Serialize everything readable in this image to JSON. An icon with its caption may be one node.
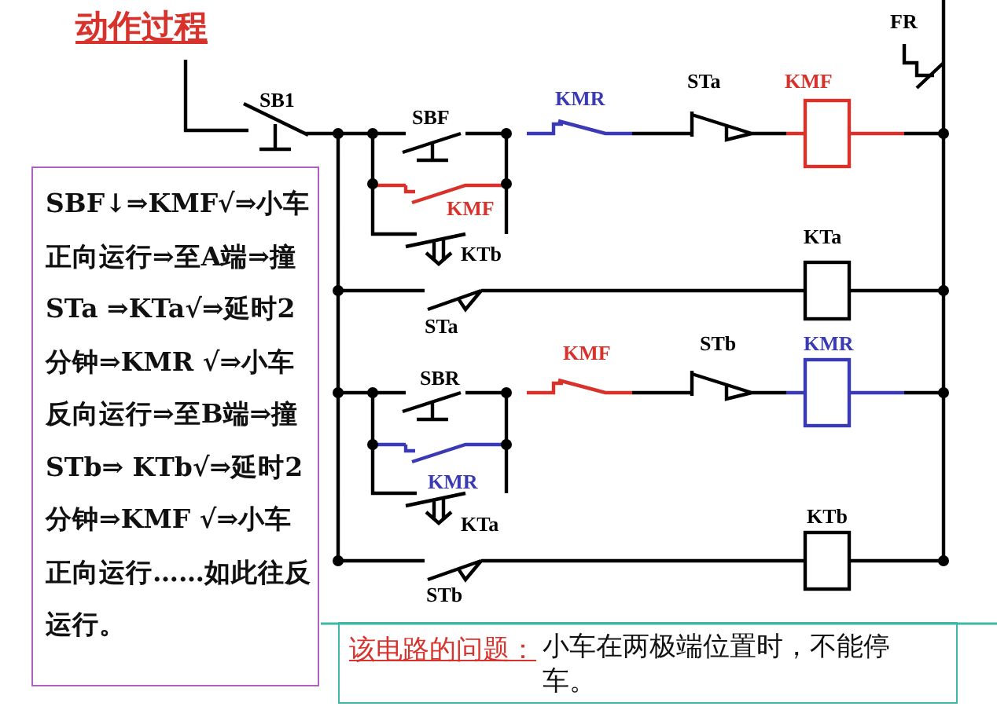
{
  "diagram": {
    "title": "动作过程",
    "nodes": [
      {
        "text": [
          "SBF↓⇒KMF√⇒小车正向运行⇒至A端⇒撞STa ⇒KTa√⇒延时2分钟⇒KMR √⇒小车反向运行⇒至B端⇒撞STb⇒ KTb√⇒延时2分钟⇒KMF √⇒小车正向运行……如此往反运行。"
        ]
      },
      {
        "text": [
          "该电路的问题：",
          "小车在两极端位置时，不能停车。"
        ]
      }
    ],
    "edges": [],
    "labels": [
      "FR",
      "SB1",
      "KMR",
      "STa",
      "KMF",
      "SBF",
      "KMF",
      "KTb",
      "KTa",
      "STa",
      "KMF",
      "STb",
      "KMR",
      "SBR",
      "KMR",
      "KTa",
      "KTb",
      "STb"
    ]
  }
}
